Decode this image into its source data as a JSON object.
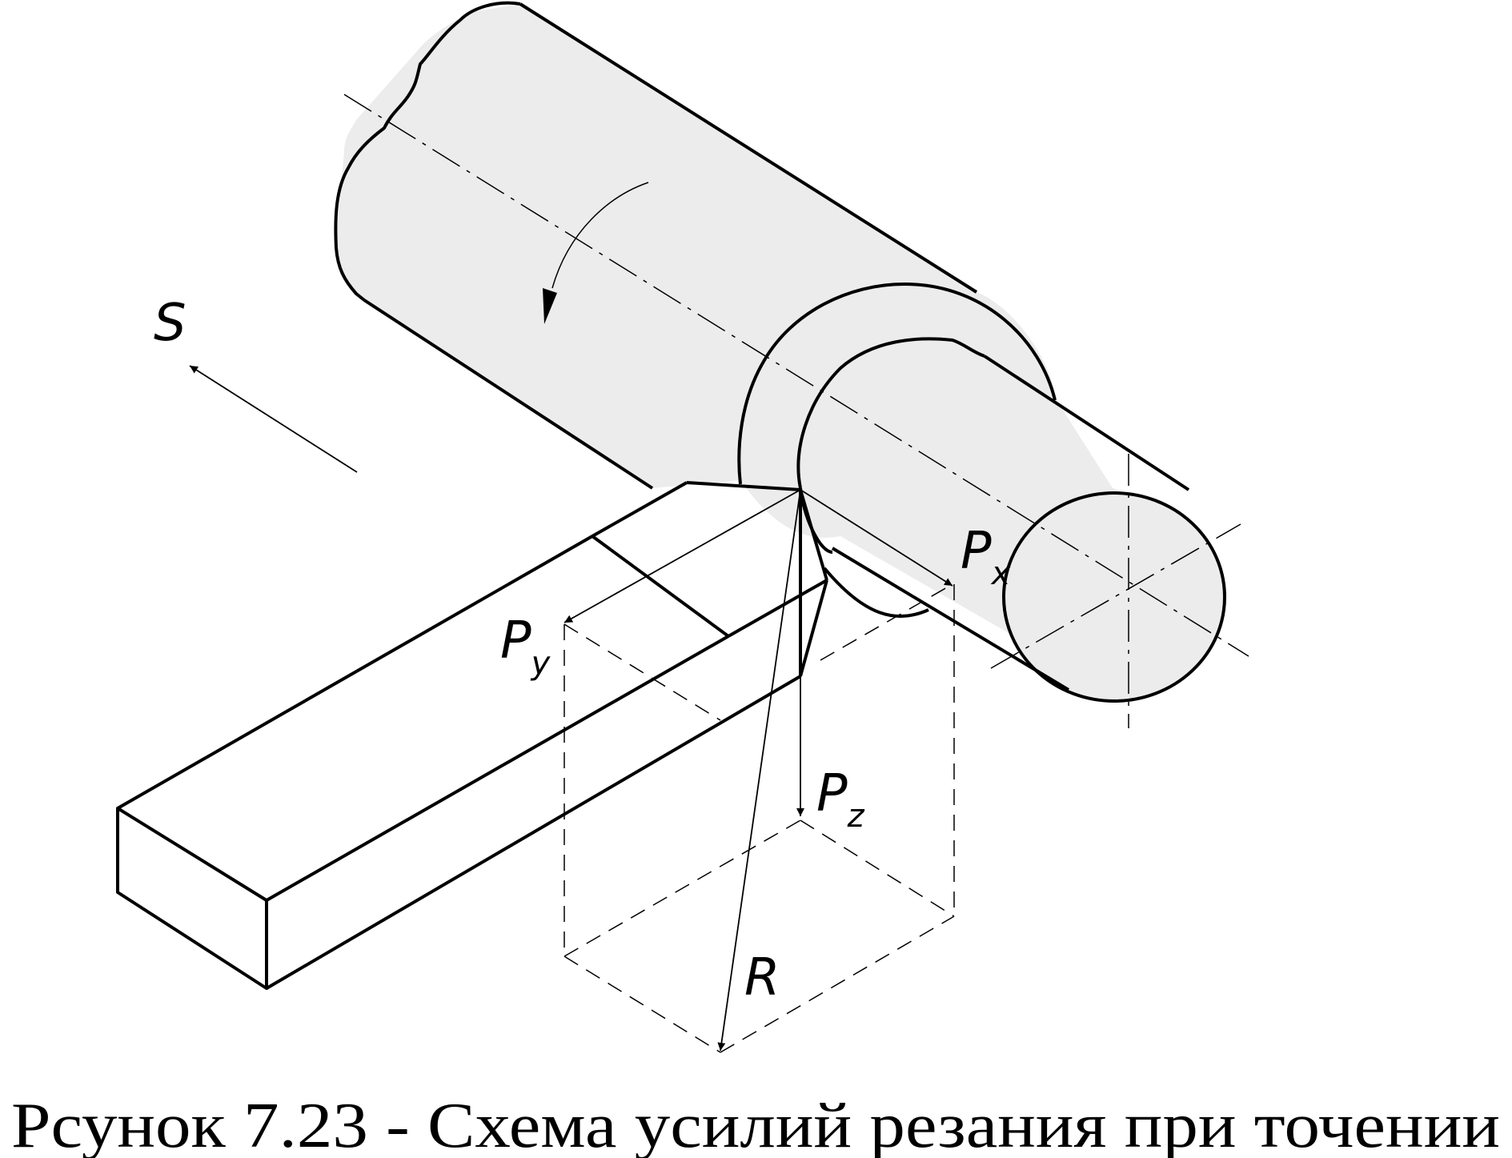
{
  "diagram": {
    "labels": {
      "feed": "S",
      "px_main": "P",
      "px_sub": "x",
      "py_main": "P",
      "py_sub": "y",
      "pz_main": "P",
      "pz_sub": "z",
      "resultant": "R"
    },
    "caption": "Рсунок 7.23 - Схема усилий резания при точении",
    "colors": {
      "workpiece_fill": "#ececec",
      "stroke": "#000000",
      "background": "#ffffff"
    }
  }
}
